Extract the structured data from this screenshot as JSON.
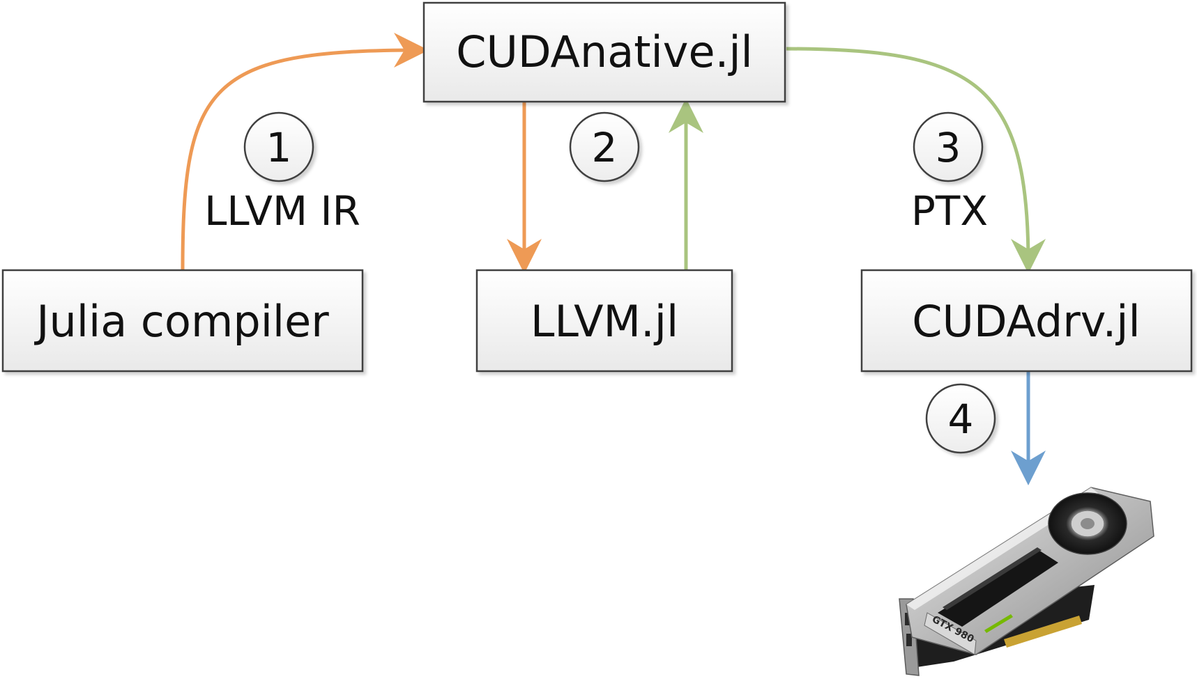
{
  "nodes": {
    "cudanative": "CUDAnative.jl",
    "julia_compiler": "Julia compiler",
    "llvm_jl": "LLVM.jl",
    "cudadrv": "CUDAdrv.jl"
  },
  "steps": [
    "1",
    "2",
    "3",
    "4"
  ],
  "edge_labels": {
    "llvm_ir": "LLVM IR",
    "ptx": "PTX"
  },
  "gpu": {
    "model_label": "GTX 980"
  },
  "colors": {
    "orange": "#EE9A55",
    "green": "#A9C47F",
    "blue": "#6D9FCF",
    "box_fill_top": "#FFFFFF",
    "box_fill_bottom": "#E9E9E9",
    "box_stroke": "#404040"
  }
}
